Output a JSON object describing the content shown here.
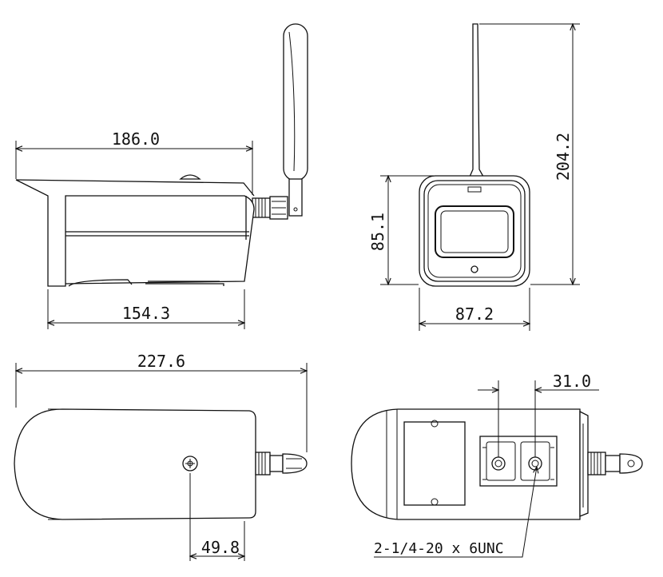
{
  "dimensions": {
    "side_total_length": "186.0",
    "side_body_length": "154.3",
    "front_height_total": "204.2",
    "front_body_height": "85.1",
    "front_width": "87.2",
    "top_total_length": "227.6",
    "top_screw_offset": "49.8",
    "bottom_mount_spacing": "31.0"
  },
  "callouts": {
    "mount_thread": "2-1/4-20 x 6UNC"
  }
}
